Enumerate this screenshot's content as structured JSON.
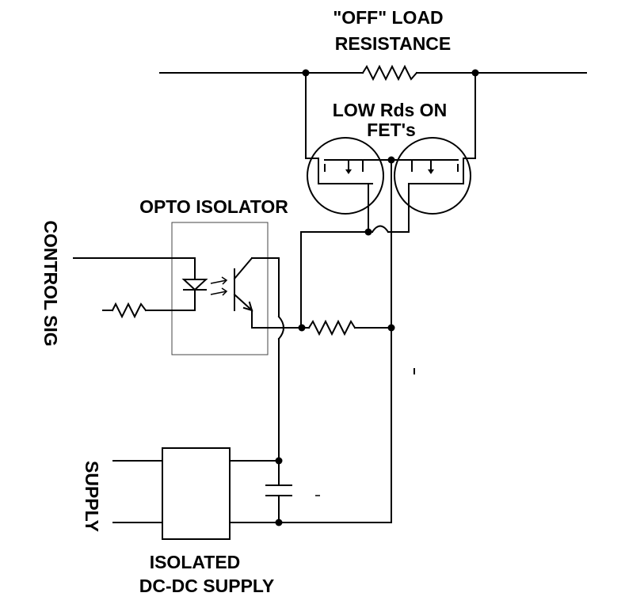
{
  "labels": {
    "off_load_line1": "\"OFF\" LOAD",
    "off_load_line2": "RESISTANCE",
    "fets_line1": "LOW Rds ON",
    "fets_line2": "FET's",
    "opto": "OPTO ISOLATOR",
    "control_sig": "CONTROL SIG",
    "supply": "SUPPLY",
    "dcdc_line1": "ISOLATED",
    "dcdc_line2": "DC-DC SUPPLY"
  },
  "colors": {
    "ink": "#000000",
    "background": "#ffffff",
    "box_outline": "#444444"
  }
}
